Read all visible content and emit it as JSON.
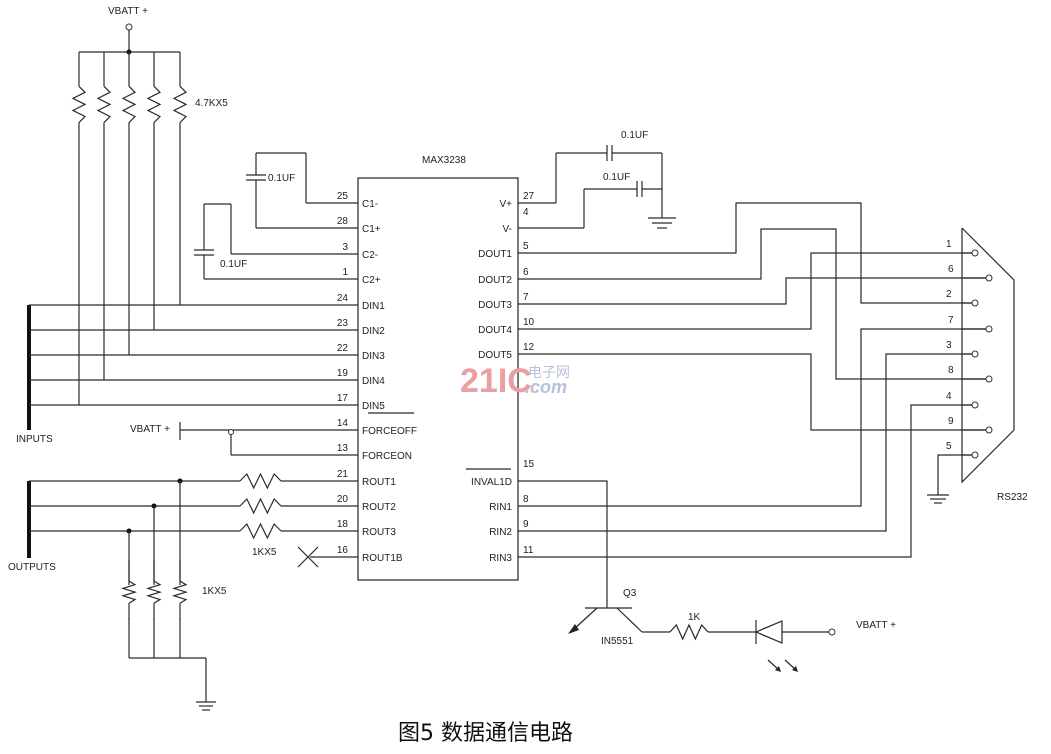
{
  "figure": {
    "caption": "图5  数据通信电路",
    "watermark": {
      "number": "21IC",
      "cn": "电子网",
      "domain": ".com"
    }
  },
  "power": {
    "vbatt_top": "VBATT +",
    "vbatt_force": "VBATT +",
    "vbatt_led": "VBATT +"
  },
  "pullups": {
    "label": "4.7KX5"
  },
  "pulldowns": {
    "label": "1KX5"
  },
  "series_resistors": {
    "label": "1KX5"
  },
  "buses": {
    "inputs": "INPUTS",
    "outputs": "OUTPUTS"
  },
  "capacitors": {
    "c1": "0.1UF",
    "c2": "0.1UF",
    "cvplus": "0.1UF",
    "cvminus": "0.1UF"
  },
  "ic": {
    "name": "MAX3238",
    "left_pins": [
      {
        "num": "25",
        "name": "C1-"
      },
      {
        "num": "28",
        "name": "C1+"
      },
      {
        "num": "3",
        "name": "C2-"
      },
      {
        "num": "1",
        "name": "C2+"
      },
      {
        "num": "24",
        "name": "DIN1"
      },
      {
        "num": "23",
        "name": "DIN2"
      },
      {
        "num": "22",
        "name": "DIN3"
      },
      {
        "num": "19",
        "name": "DIN4"
      },
      {
        "num": "17",
        "name": "DIN5"
      },
      {
        "num": "14",
        "name": "FORCEOFF"
      },
      {
        "num": "13",
        "name": "FORCEON"
      },
      {
        "num": "21",
        "name": "ROUT1"
      },
      {
        "num": "20",
        "name": "ROUT2"
      },
      {
        "num": "18",
        "name": "ROUT3"
      },
      {
        "num": "16",
        "name": "ROUT1B"
      }
    ],
    "right_pins": [
      {
        "num": "27",
        "name": "V+"
      },
      {
        "num": "4",
        "name": "V-"
      },
      {
        "num": "5",
        "name": "DOUT1"
      },
      {
        "num": "6",
        "name": "DOUT2"
      },
      {
        "num": "7",
        "name": "DOUT3"
      },
      {
        "num": "10",
        "name": "DOUT4"
      },
      {
        "num": "12",
        "name": "DOUT5"
      },
      {
        "num": "15",
        "name": "INVAL1D"
      },
      {
        "num": "8",
        "name": "RIN1"
      },
      {
        "num": "9",
        "name": "RIN2"
      },
      {
        "num": "11",
        "name": "RIN3"
      }
    ]
  },
  "connector": {
    "name": "RS232",
    "pins": [
      "1",
      "6",
      "2",
      "7",
      "3",
      "8",
      "4",
      "9",
      "5"
    ]
  },
  "transistor": {
    "ref": "Q3",
    "part": "IN5551"
  },
  "led_resistor": {
    "label": "1K"
  }
}
